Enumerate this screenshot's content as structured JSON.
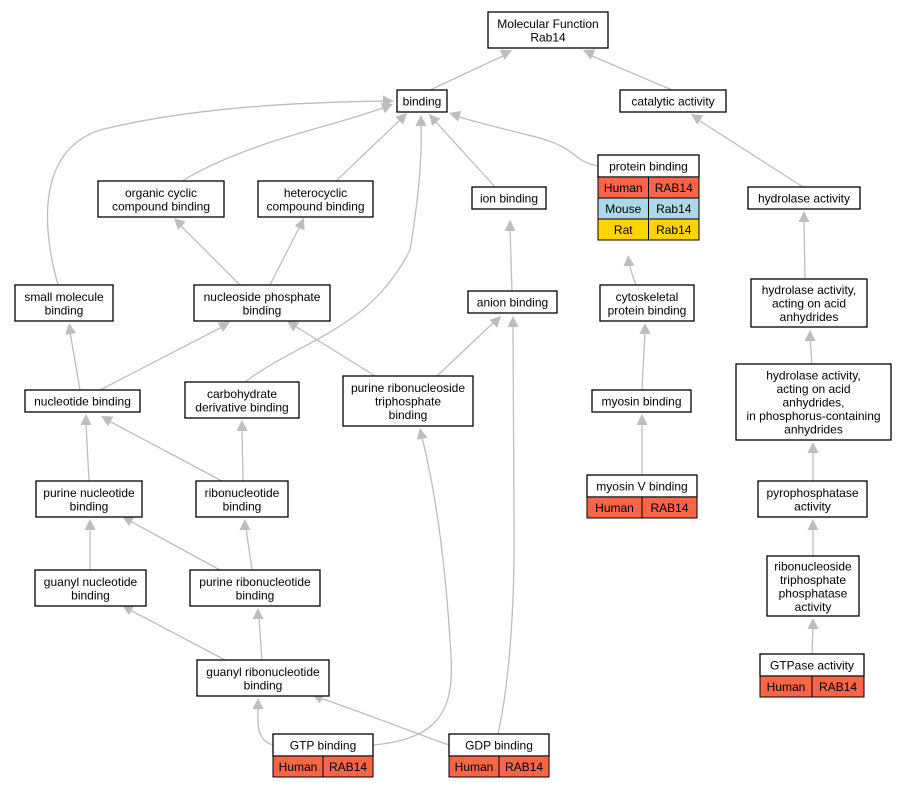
{
  "colors": {
    "human": "#fa6448",
    "mouse": "#add8e6",
    "rat": "#ffd400",
    "edge": "#bdbdbd"
  },
  "nodes": {
    "molecular_function": [
      "Molecular Function",
      "Rab14"
    ],
    "binding": [
      "binding"
    ],
    "catalytic_activity": [
      "catalytic activity"
    ],
    "organic_cyclic": [
      "organic cyclic",
      "compound binding"
    ],
    "heterocyclic": [
      "heterocyclic",
      "compound binding"
    ],
    "ion_binding": [
      "ion binding"
    ],
    "protein_binding": [
      "protein binding"
    ],
    "hydrolase_activity": [
      "hydrolase activity"
    ],
    "small_molecule": [
      "small molecule",
      "binding"
    ],
    "nucleoside_phosphate": [
      "nucleoside phosphate",
      "binding"
    ],
    "anion_binding": [
      "anion binding"
    ],
    "cytoskeletal": [
      "cytoskeletal",
      "protein binding"
    ],
    "hydrolase_acid": [
      "hydrolase activity,",
      "acting on acid",
      "anhydrides"
    ],
    "nucleotide_binding": [
      "nucleotide binding"
    ],
    "carbohydrate": [
      "carbohydrate",
      "derivative binding"
    ],
    "purine_rnt_triphosphate": [
      "purine ribonucleoside",
      "triphosphate",
      "binding"
    ],
    "myosin_binding": [
      "myosin binding"
    ],
    "hydrolase_phos": [
      "hydrolase activity,",
      "acting on acid",
      "anhydrides,",
      "in phosphorus-containing",
      "anhydrides"
    ],
    "purine_nucleotide": [
      "purine nucleotide",
      "binding"
    ],
    "ribonucleotide": [
      "ribonucleotide",
      "binding"
    ],
    "myosin_v": [
      "myosin V binding"
    ],
    "pyrophosphatase": [
      "pyrophosphatase",
      "activity"
    ],
    "guanyl_nucleotide": [
      "guanyl nucleotide",
      "binding"
    ],
    "purine_ribonucleotide": [
      "purine ribonucleotide",
      "binding"
    ],
    "rnt_phosphatase": [
      "ribonucleoside",
      "triphosphate",
      "phosphatase",
      "activity"
    ],
    "gtpase": [
      "GTPase activity"
    ],
    "guanyl_ribonucleotide": [
      "guanyl ribonucleotide",
      "binding"
    ],
    "gtp_binding": [
      "GTP binding"
    ],
    "gdp_binding": [
      "GDP binding"
    ]
  },
  "annotations": {
    "protein_binding": [
      {
        "species": "Human",
        "gene": "RAB14",
        "color": "#fa6448"
      },
      {
        "species": "Mouse",
        "gene": "Rab14",
        "color": "#add8e6"
      },
      {
        "species": "Rat",
        "gene": "Rab14",
        "color": "#ffd400"
      }
    ],
    "myosin_v": [
      {
        "species": "Human",
        "gene": "RAB14",
        "color": "#fa6448"
      }
    ],
    "gtpase": [
      {
        "species": "Human",
        "gene": "RAB14",
        "color": "#fa6448"
      }
    ],
    "gtp_binding": [
      {
        "species": "Human",
        "gene": "RAB14",
        "color": "#fa6448"
      }
    ],
    "gdp_binding": [
      {
        "species": "Human",
        "gene": "RAB14",
        "color": "#fa6448"
      }
    ]
  }
}
